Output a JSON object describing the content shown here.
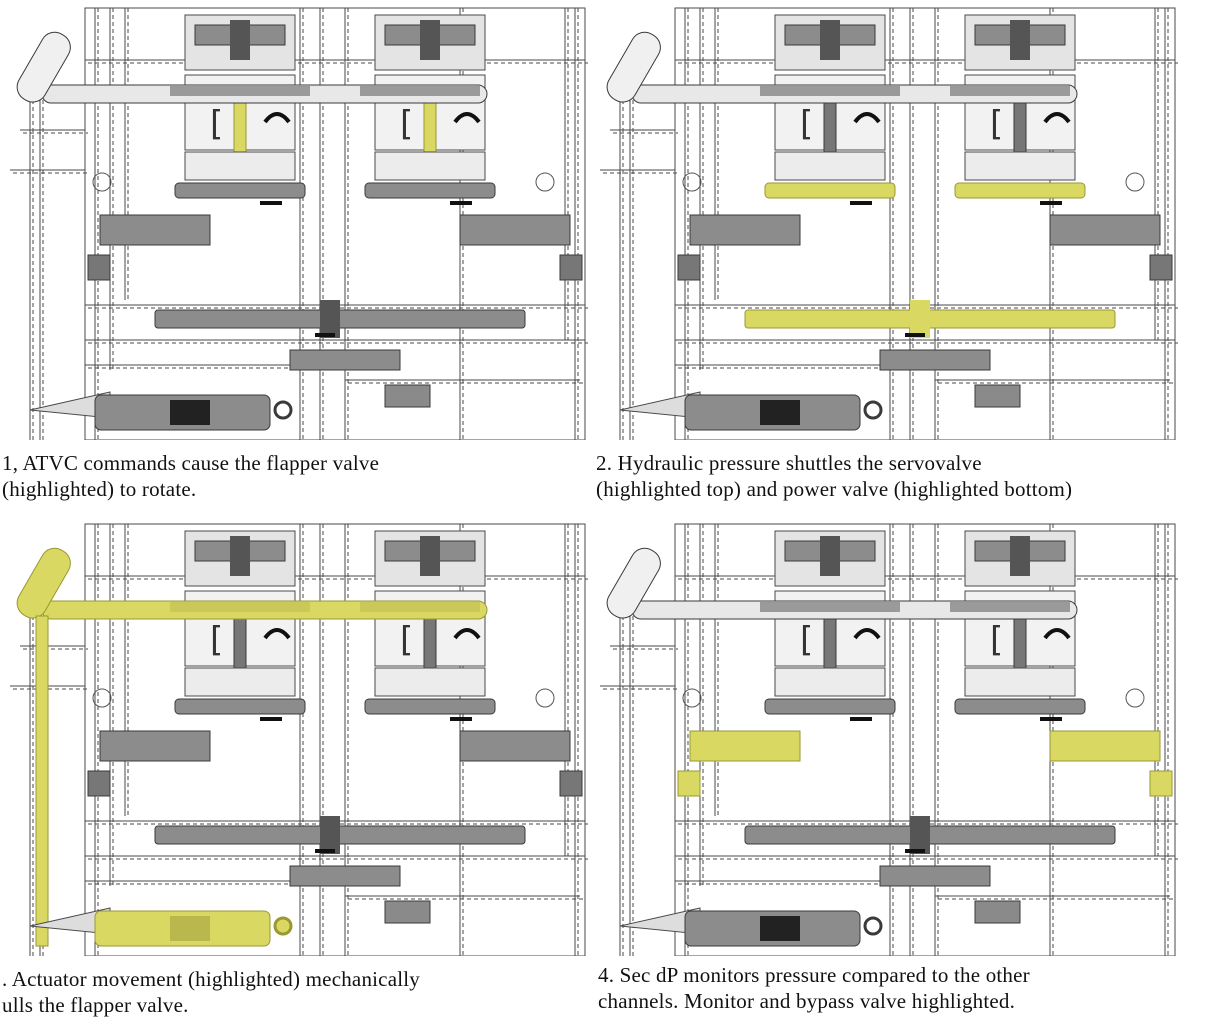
{
  "colors": {
    "highlight": "#d9d862",
    "highlight_stroke": "#9a9830",
    "line": "#4a4a4a",
    "component": "#8c8c8c",
    "component_dark": "#3a3a3a",
    "background": "#ffffff"
  },
  "panels": [
    {
      "id": "p1",
      "highlight": [
        "flapper"
      ],
      "caption_lines": [
        "1,  ATVC commands cause the flapper valve",
        "(highlighted) to rotate."
      ]
    },
    {
      "id": "p2",
      "highlight": [
        "servovalve",
        "powervalve"
      ],
      "caption_lines": [
        "2.  Hydraulic pressure shuttles the servovalve",
        "(highlighted top) and power valve (highlighted bottom)"
      ]
    },
    {
      "id": "p3",
      "highlight": [
        "feedback",
        "actuator"
      ],
      "caption_lines": [
        ". Actuator movement (highlighted) mechanically",
        "ulls the flapper valve."
      ]
    },
    {
      "id": "p4",
      "highlight": [
        "bypass"
      ],
      "caption_lines": [
        "4.  Sec dP monitors pressure compared to the other",
        "channels.  Monitor and bypass valve highlighted."
      ]
    }
  ]
}
